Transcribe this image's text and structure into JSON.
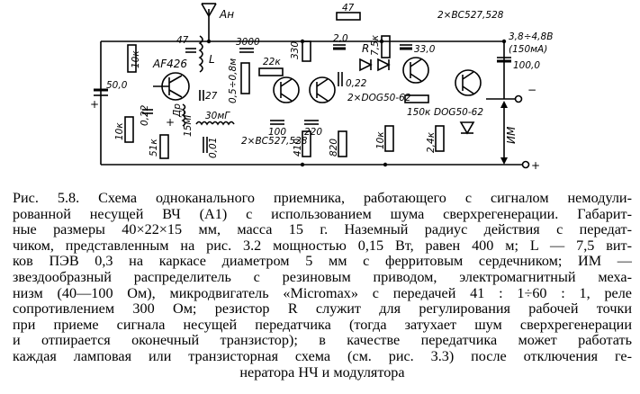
{
  "figure": {
    "labels": {
      "antenna": "Ан",
      "r47_top": "47",
      "r10k_left": "10к",
      "transistor1": "AF426",
      "c50": "50,0",
      "c022_left": "0,22",
      "c27": "27",
      "l_mark": "L",
      "c3000": "3000",
      "c05_08": "0,5÷0,8м",
      "r22k": "22к",
      "r330": "330",
      "r47_right": "47",
      "c20": "2,0",
      "r_mark": "R",
      "r7_5k": "7,5к",
      "c33": "33,0",
      "transistors_pair": "2×BC527,528",
      "supply": "3,8÷4,8В",
      "supply_current": "(150мА)",
      "c100": "100,0",
      "dr": "Др",
      "l15mg": "15мГ",
      "l30mg": "30мГ",
      "r10k_low": "10к",
      "r51k": "51к",
      "c001": "0,01",
      "c100_low": "100",
      "c220": "220",
      "r410": "410",
      "r820": "820",
      "c022_mid": "0,22",
      "diodes": "2×DOG50-62",
      "r150k": "150к",
      "r10k_right": "10к",
      "r2_4k": "2,4к",
      "diode_right": "DOG50-62",
      "im": "ИМ",
      "transistors_low": "2×BC527,528",
      "plus_left": "+",
      "plus_mid": "+",
      "minus_right": "−",
      "plus_right": "+"
    },
    "caption_lines": [
      "Рис. 5.8. Схема одноканального приемника, работающего с сигналом немодули-",
      "рованной несущей ВЧ (А1) с использованием шума сверхрегенерации. Габарит-",
      "ные размеры 40×22×15 мм, масса 15 г. Наземный радиус действия с передат-",
      "чиком, представленным на рис. 3.2 мощностью 0,15 Вт, равен 400 м; L — 7,5 вит-",
      "ков ПЭВ 0,3 на каркасе диаметром 5 мм с ферритовым сердечником; ИМ —",
      "звездообразный распределитель с резиновым приводом, электромагнитный меха-",
      "низм (40—100 Ом), микродвигатель «Micromax» с передачей 41 : 1÷60 : 1, реле",
      "сопротивлением 300 Ом; резистор R служит для регулирования рабочей точки",
      "при приеме сигнала несущей передатчика (тогда затухает шум сверхрегенерации",
      "и отпирается оконечный транзистор); в качестве передатчика может работать",
      "каждая ламповая или транзисторная схема (см. рис. 3.3) после отключения ге-",
      "нератора НЧ и модулятора"
    ]
  }
}
